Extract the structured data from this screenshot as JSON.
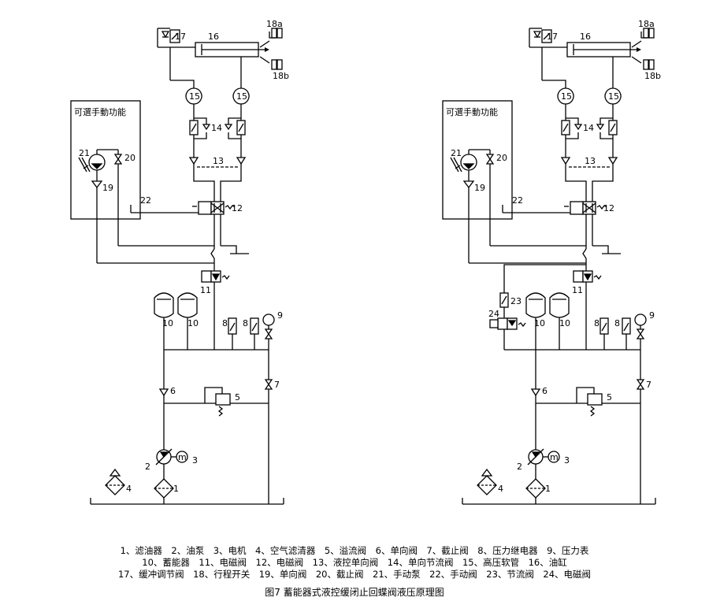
{
  "diagram": {
    "box_label": "可選手動功能",
    "ids": {
      "c1": "1",
      "c2": "2",
      "c3": "3",
      "c4": "4",
      "c5": "5",
      "c6": "6",
      "c7": "7",
      "c8": "8",
      "c9": "9",
      "c10": "10",
      "c11": "11",
      "c12": "12",
      "c13": "13",
      "c14": "14",
      "c15": "15",
      "c16": "16",
      "c17": "17",
      "c18a": "18a",
      "c18b": "18b",
      "c19": "19",
      "c20": "20",
      "c21": "21",
      "c22": "22",
      "c23": "23",
      "c24": "24"
    },
    "motor_symbol": "m"
  },
  "legend": {
    "lines": [
      "1、滤油器　2、油泵　3、电机　4、空气滤清器　5、溢流阀　6、单向阀　7、截止阀　8、压力继电器　9、压力表",
      "10、蓄能器　11、电磁阀　12、电磁阀　13、液控单向阀　14、单向节流阀　15、高压软管　16、油缸",
      "17、缓冲调节阀　18、行程开关　19、单向阀　20、截止阀　21、手动泵　22、手动阀　23、节流阀　24、电磁阀"
    ]
  },
  "caption": "图7  蓄能器式液控缓闭止回蝶阀液压原理图"
}
